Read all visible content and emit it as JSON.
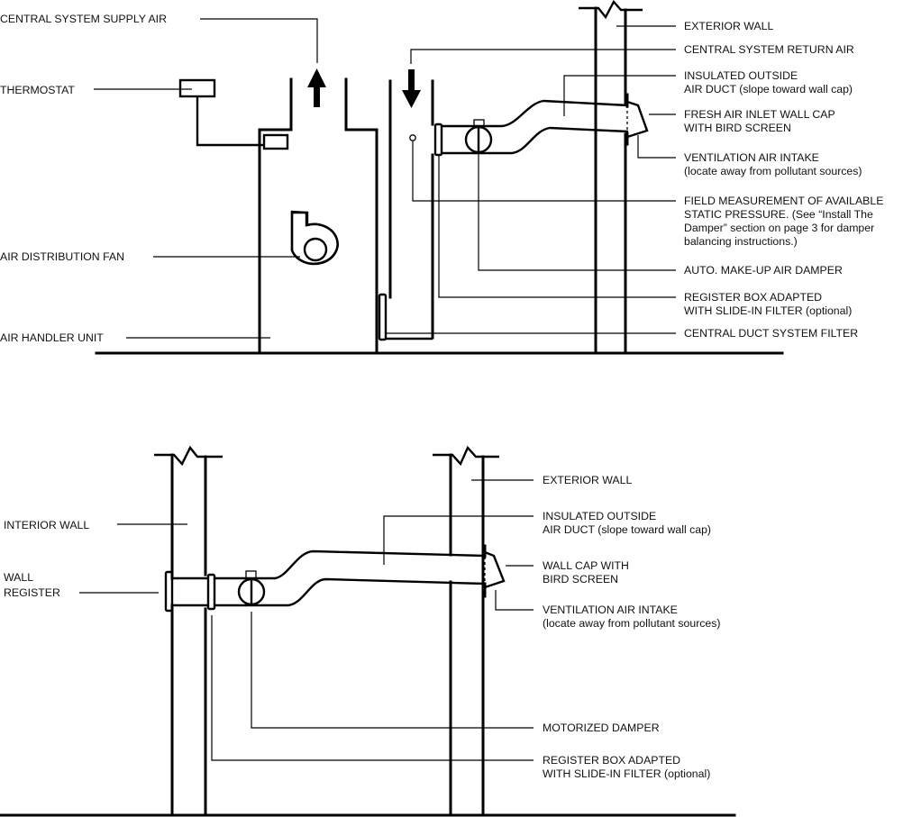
{
  "figure": {
    "top": {
      "labels": {
        "supply_air": "CENTRAL SYSTEM SUPPLY AIR",
        "thermostat": "THERMOSTAT",
        "fan": "AIR DISTRIBUTION FAN",
        "air_handler": "AIR HANDLER UNIT",
        "exterior_wall": "EXTERIOR WALL",
        "return_air": "CENTRAL SYSTEM RETURN AIR",
        "duct": [
          "INSULATED OUTSIDE",
          "AIR DUCT (slope toward wall cap)"
        ],
        "wall_cap": [
          "FRESH AIR INLET WALL CAP",
          "WITH BIRD SCREEN"
        ],
        "intake": [
          "VENTILATION AIR INTAKE",
          "(locate away from pollutant sources)"
        ],
        "static_pressure": [
          "FIELD MEASUREMENT OF AVAILABLE",
          "STATIC PRESSURE. (See “Install The",
          "Damper” section on page 3 for damper",
          "balancing instructions.)"
        ],
        "damper": "AUTO. MAKE-UP AIR DAMPER",
        "register_box": [
          "REGISTER BOX ADAPTED",
          "WITH SLIDE-IN FILTER (optional)"
        ],
        "duct_filter": "CENTRAL DUCT SYSTEM FILTER"
      }
    },
    "bottom": {
      "labels": {
        "interior_wall": "INTERIOR WALL",
        "wall_register": [
          "WALL",
          "REGISTER"
        ],
        "exterior_wall": "EXTERIOR WALL",
        "duct": [
          "INSULATED OUTSIDE",
          "AIR DUCT (slope toward wall cap)"
        ],
        "wall_cap": [
          "WALL CAP WITH",
          "BIRD SCREEN"
        ],
        "intake": [
          "VENTILATION AIR INTAKE",
          "(locate away from pollutant sources)"
        ],
        "damper": "MOTORIZED DAMPER",
        "register_box": [
          "REGISTER BOX ADAPTED",
          "WITH SLIDE-IN FILTER (optional)"
        ]
      }
    }
  }
}
